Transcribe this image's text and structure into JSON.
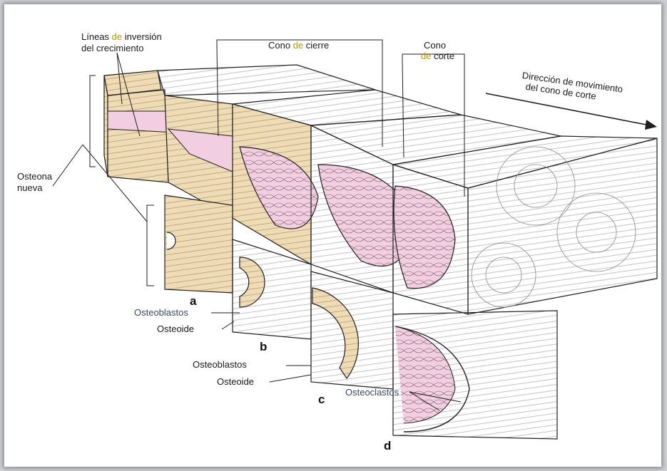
{
  "labels": {
    "lineas_part1": "Líneas ",
    "lineas_de": "de",
    "lineas_part2": " inversión",
    "lineas_line2": "del crecimiento",
    "cono_cierre_part1": "Cono ",
    "cono_cierre_de": "de",
    "cono_cierre_part2": " cierre",
    "cono_corte_line1": "Cono",
    "cono_corte_de": "de",
    "cono_corte_part2": " corte",
    "direccion_line1": "Dirección de movimiento",
    "direccion_line2": "del cono de corte",
    "osteona_line1": "Osteona",
    "osteona_line2": "nueva",
    "osteoblastos_b": "Osteoblastos",
    "osteoide_b": "Osteoide",
    "osteoblastos_c": "Osteoblastos",
    "osteoide_c": "Osteoide",
    "osteoclastos": "Osteoclastos"
  },
  "section_letters": [
    "a",
    "b",
    "c",
    "d"
  ],
  "colors": {
    "bone_cream": "#efdcb4",
    "canal_pink": "#f2cfe0",
    "line": "#1f1f1f",
    "highlight_de": "#b89b00",
    "background": "#ffffff",
    "frame_shadow": "#cfd1d4"
  }
}
